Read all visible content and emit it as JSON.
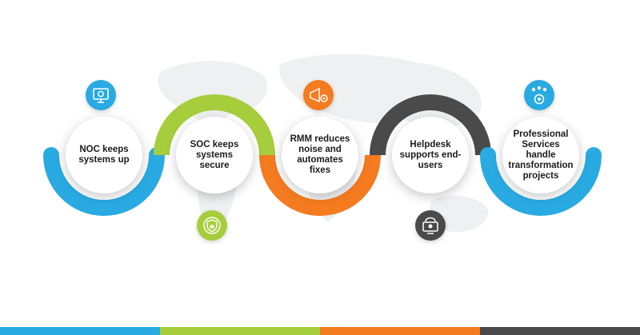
{
  "steps": [
    {
      "label": "NOC keeps systems up",
      "color": "#29aae2",
      "icon": "monitor-gear-icon"
    },
    {
      "label": "SOC keeps systems secure",
      "color": "#a6cd3c",
      "icon": "security-shield-icon"
    },
    {
      "label": "RMM reduces noise and automates fixes",
      "color": "#f47b20",
      "icon": "megaphone-gear-icon"
    },
    {
      "label": "Helpdesk supports end-users",
      "color": "#4a4a4a",
      "icon": "headset-monitor-icon"
    },
    {
      "label": "Professional Services handle transformation projects",
      "color": "#29aae2",
      "icon": "team-gear-icon"
    }
  ],
  "colors": {
    "blue": "#29aae2",
    "green": "#a6cd3c",
    "orange": "#f47b20",
    "dark": "#4a4a4a",
    "map": "#eef0f2"
  }
}
